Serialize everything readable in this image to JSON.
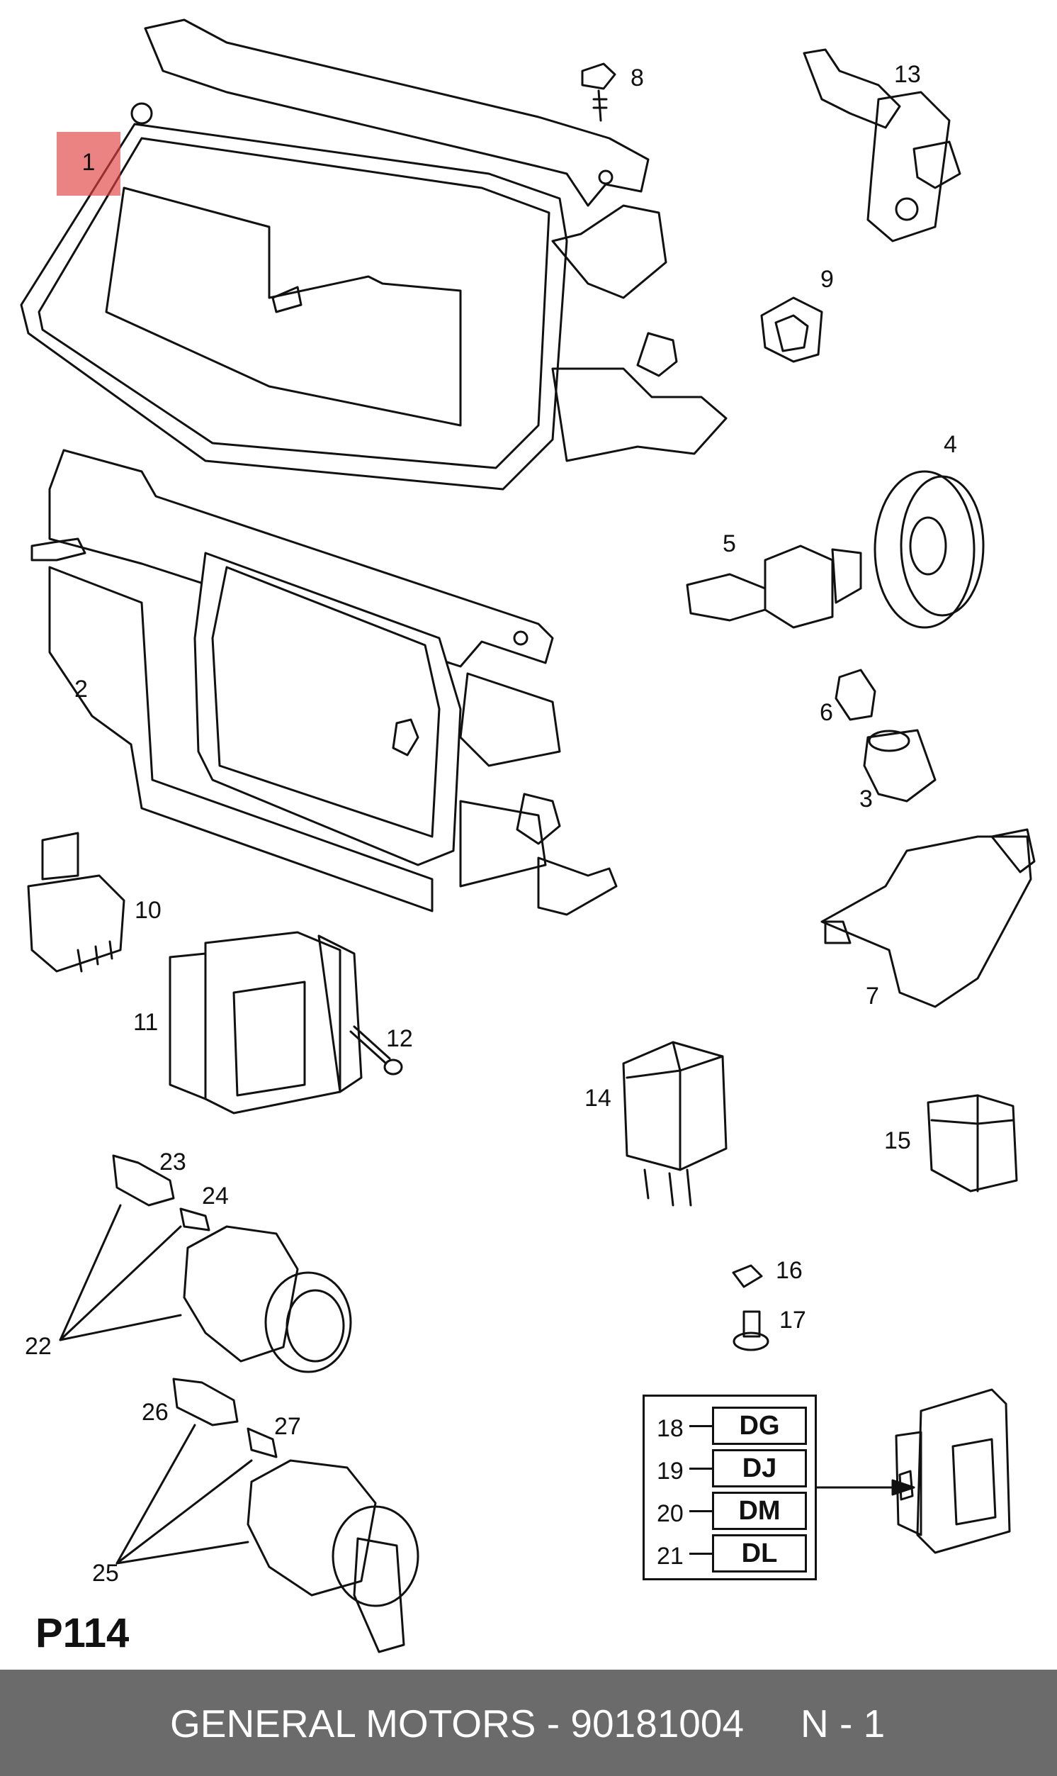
{
  "callouts": [
    "1",
    "2",
    "3",
    "4",
    "5",
    "6",
    "7",
    "8",
    "9",
    "10",
    "11",
    "12",
    "13",
    "14",
    "15",
    "16",
    "17",
    "22",
    "23",
    "24",
    "25",
    "26",
    "27"
  ],
  "table": {
    "rows": [
      {
        "num": "18",
        "code": "DG"
      },
      {
        "num": "19",
        "code": "DJ"
      },
      {
        "num": "20",
        "code": "DM"
      },
      {
        "num": "21",
        "code": "DL"
      }
    ]
  },
  "page_code": "P114",
  "footer": {
    "left": "GENERAL MOTORS - 90181004",
    "right": "N - 1"
  },
  "colors": {
    "highlight": "#e04040",
    "footer_bg": "#6b6b6b",
    "ink": "#111111"
  }
}
